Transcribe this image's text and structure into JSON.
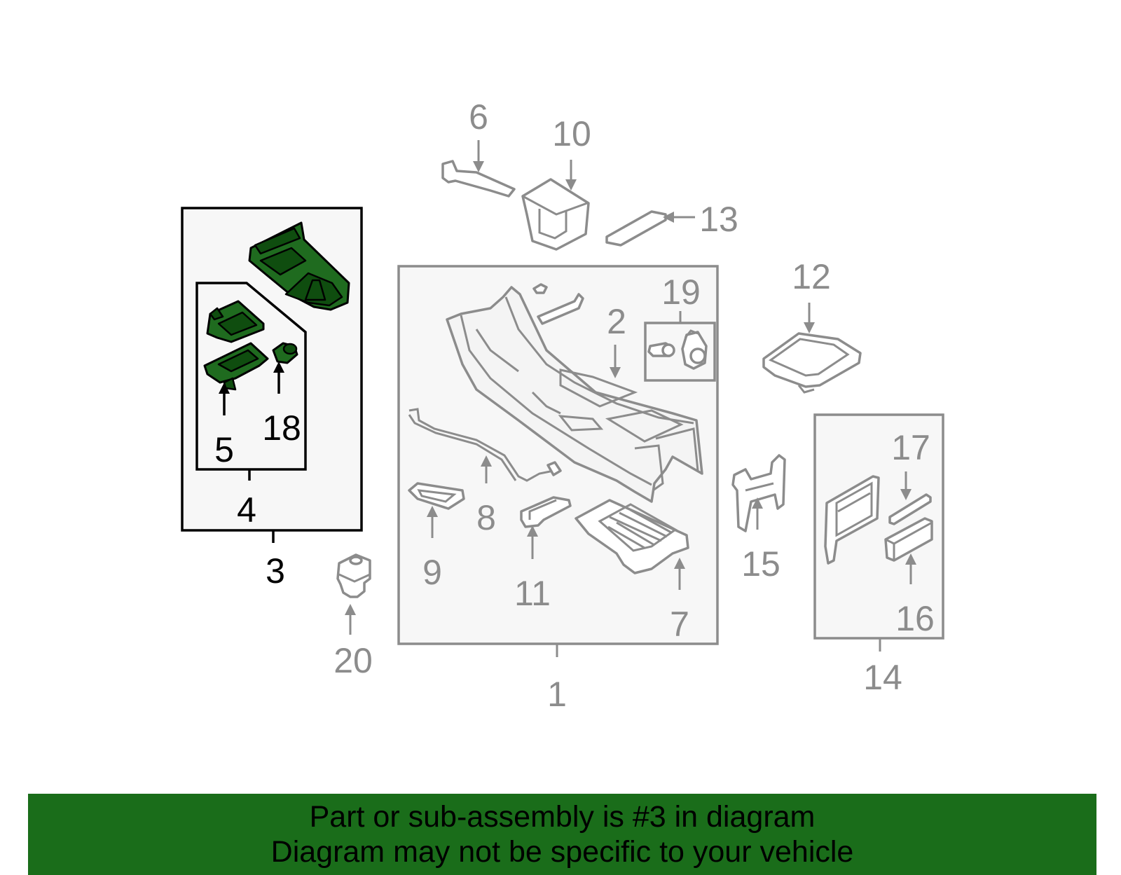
{
  "diagram": {
    "callouts": [
      {
        "id": "1",
        "text": "1"
      },
      {
        "id": "2",
        "text": "2"
      },
      {
        "id": "3",
        "text": "3"
      },
      {
        "id": "4",
        "text": "4"
      },
      {
        "id": "5",
        "text": "5"
      },
      {
        "id": "6",
        "text": "6"
      },
      {
        "id": "7",
        "text": "7"
      },
      {
        "id": "8",
        "text": "8"
      },
      {
        "id": "9",
        "text": "9"
      },
      {
        "id": "10",
        "text": "10"
      },
      {
        "id": "11",
        "text": "11"
      },
      {
        "id": "12",
        "text": "12"
      },
      {
        "id": "13",
        "text": "13"
      },
      {
        "id": "14",
        "text": "14"
      },
      {
        "id": "15",
        "text": "15"
      },
      {
        "id": "16",
        "text": "16"
      },
      {
        "id": "17",
        "text": "17"
      },
      {
        "id": "18",
        "text": "18"
      },
      {
        "id": "19",
        "text": "19"
      },
      {
        "id": "20",
        "text": "20"
      }
    ],
    "highlight_color": "#1f6b1f",
    "inactive_color": "#8c8c8c"
  },
  "banner": {
    "line1": "Part or sub-assembly is #3 in diagram",
    "line2": "Diagram may not be specific to your vehicle",
    "background": "#1a6d1a"
  }
}
